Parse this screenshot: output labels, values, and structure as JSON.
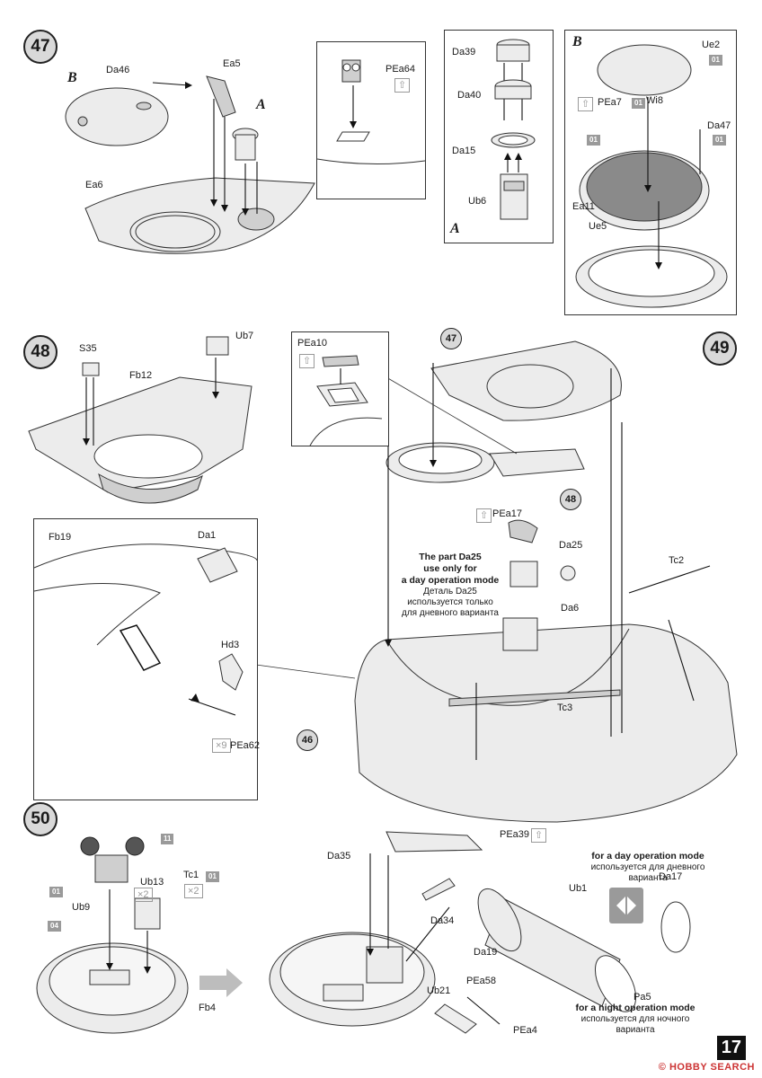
{
  "steps": {
    "s47": "47",
    "s48": "48",
    "s49": "49",
    "s50": "50",
    "ref47": "47",
    "ref48": "48",
    "ref46": "46"
  },
  "step47": {
    "letter_B": "B",
    "letter_A": "A",
    "labels": {
      "Da46": "Da46",
      "Ea5": "Ea5",
      "Ea6": "Ea6",
      "PEa64": "PEa64",
      "Da39": "Da39",
      "Da40": "Da40",
      "Da15": "Da15",
      "Ub6": "Ub6",
      "Ue2": "Ue2",
      "PEa7": "PEa7",
      "Wi8": "Wi8",
      "Da47": "Da47",
      "Ea11": "Ea11",
      "Ue5": "Ue5"
    },
    "tags": {
      "t_ue2": "01",
      "t_wi8": "01",
      "t_da47": "01",
      "t_left": "01"
    },
    "box_A_letter": "A",
    "box_B_letter": "B"
  },
  "step48": {
    "labels": {
      "S35": "S35",
      "Fb12": "Fb12",
      "Ub7": "Ub7"
    }
  },
  "step49": {
    "labels": {
      "PEa10": "PEa10",
      "PEa17": "PEa17",
      "Da25": "Da25",
      "Da6": "Da6",
      "Tc2": "Tc2",
      "Tc3": "Tc3",
      "Fb19": "Fb19",
      "Da1": "Da1",
      "Hd3": "Hd3",
      "PEa62": "PEa62"
    },
    "multiplier": "×9",
    "note_en_1": "The part Da25",
    "note_en_2": "use only for",
    "note_en_3": "a day operation mode",
    "note_ru_1": "Деталь Da25",
    "note_ru_2": "используется только",
    "note_ru_3": "для дневного варианта"
  },
  "step50": {
    "labels": {
      "Ub9": "Ub9",
      "Ub13": "Ub13",
      "Tc1": "Tc1",
      "Fb4": "Fb4",
      "Da35": "Da35",
      "PEa39": "PEa39",
      "Da34": "Da34",
      "Ub1": "Ub1",
      "Da19": "Da19",
      "Ub21": "Ub21",
      "PEa58": "PEa58",
      "PEa4": "PEa4",
      "Pa5": "Pa5",
      "Da17": "Da17"
    },
    "tags": {
      "t11": "11",
      "t01a": "01",
      "t01b": "01",
      "t04": "04"
    },
    "mult_a": "×2",
    "mult_b": "×2",
    "day_en": "for a day operation mode",
    "day_ru": "используется для дневного варианта",
    "night_en": "for a night operation mode",
    "night_ru": "используется для ночного варианта"
  },
  "footer": {
    "page_number": "17",
    "watermark": "© HOBBY SEARCH"
  }
}
